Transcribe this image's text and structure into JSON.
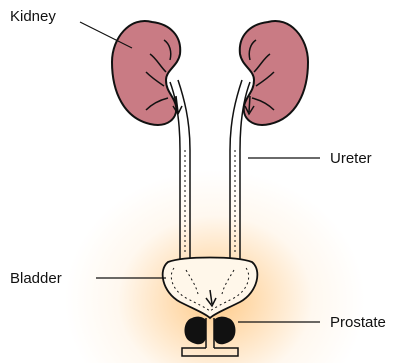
{
  "labels": {
    "kidney": "Kidney",
    "ureter": "Ureter",
    "bladder": "Bladder",
    "prostate": "Prostate"
  },
  "colors": {
    "kidney_fill": "#c97b84",
    "outline": "#111111",
    "glow": "#ffc889",
    "prostate_fill": "#111111"
  }
}
